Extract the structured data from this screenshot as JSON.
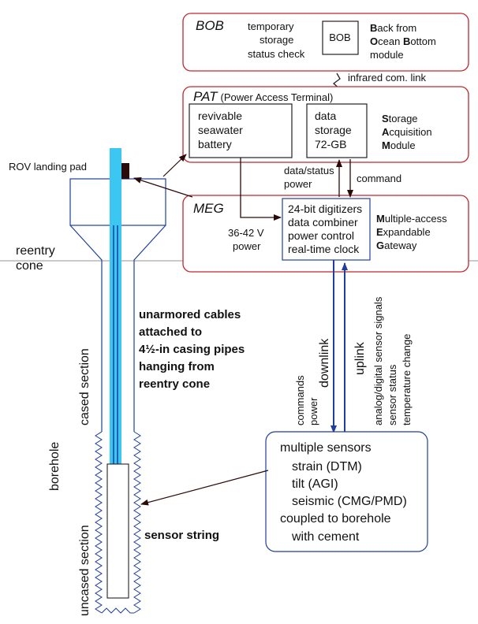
{
  "bob": {
    "title": "BOB",
    "desc": [
      "temporary",
      "storage",
      "status check"
    ],
    "box_label": "BOB",
    "full": [
      [
        "B",
        "ack from"
      ],
      [
        "O",
        "cean "
      ],
      [
        "B",
        "ottom"
      ],
      [
        "",
        "module"
      ]
    ]
  },
  "ir_link": "infrared com. link",
  "pat": {
    "title": "PAT",
    "subtitle": "(Power Access Terminal)",
    "battery": [
      "revivable",
      "seawater",
      "battery"
    ],
    "storage": [
      "data",
      "storage",
      "72-GB"
    ],
    "sam": [
      [
        "S",
        "torage"
      ],
      [
        "A",
        "cquisition"
      ],
      [
        "M",
        "odule"
      ]
    ]
  },
  "links": {
    "data_status": [
      "data/status",
      "power"
    ],
    "command": "command",
    "voltage": [
      "36-42 V",
      "power"
    ],
    "downlink": "downlink",
    "commands_power": [
      "commands",
      "power"
    ],
    "uplink": "uplink",
    "uplink_signals": [
      "analog/digital sensor signals",
      "sensor status",
      "temperature change"
    ]
  },
  "meg": {
    "title": "MEG",
    "digitizer": [
      "24-bit digitizers",
      "data combiner",
      "power control",
      "real-time clock"
    ],
    "full": [
      [
        "M",
        "ultiple-access"
      ],
      [
        "E",
        "xpandable"
      ],
      [
        "G",
        "ateway"
      ]
    ]
  },
  "rov": "ROV landing pad",
  "reentry": [
    "reentry",
    "cone"
  ],
  "cables_note": [
    "unarmored cables",
    "attached to",
    "4½-in casing pipes",
    "hanging from",
    "reentry cone"
  ],
  "cased": "cased section",
  "borehole": "borehole",
  "uncased": "uncased section",
  "sensor_string": "sensor string",
  "sensors": [
    "multiple sensors",
    "strain (DTM)",
    "tilt (AGI)",
    "seismic (CMG/PMD)",
    "coupled to borehole",
    "with cement"
  ],
  "colors": {
    "module_border": "#c0262e",
    "cable": "#3cc6f2",
    "line_blue": "#1f3f9e",
    "reentry_line": "#b8b8b8",
    "pad": "#2a0a0a"
  }
}
